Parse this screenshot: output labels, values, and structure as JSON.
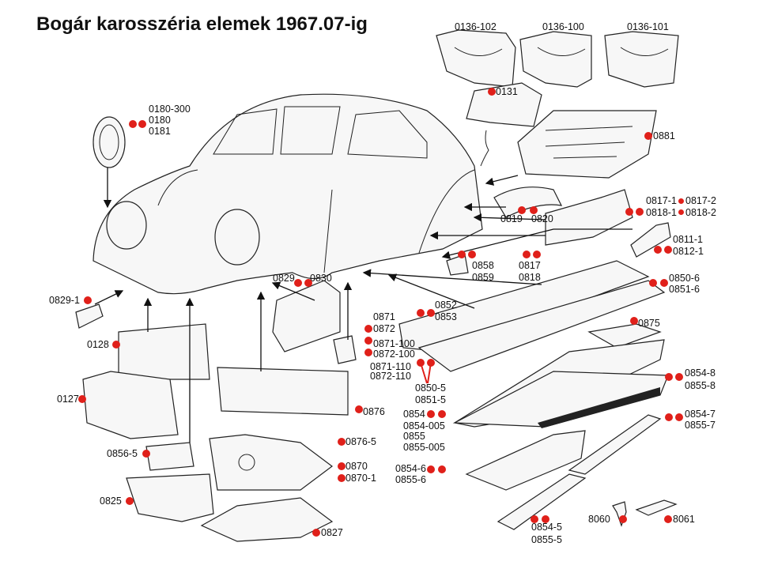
{
  "title": "Bogár karosszéria elemek 1967.07-ig",
  "accent_color": "#e0201a",
  "labels": {
    "l0136_102": "0136-102",
    "l0136_100": "0136-100",
    "l0136_101": "0136-101",
    "l0131": "0131",
    "l0881": "0881",
    "l0180_300": "0180-300",
    "l0180": "0180",
    "l0181": "0181",
    "l0817_1": "0817-1",
    "l0817_2": "0817-2",
    "l0818_1": "0818-1",
    "l0818_2": "0818-2",
    "l0819": "0819",
    "l0820": "0820",
    "l0811_1": "0811-1",
    "l0812_1": "0812-1",
    "l0858": "0858",
    "l0859": "0859",
    "l0817": "0817",
    "l0818": "0818",
    "l0829": "0829",
    "l0830": "0830",
    "l0850_6": "0850-6",
    "l0851_6": "0851-6",
    "l0829_1": "0829-1",
    "l0852": "0852",
    "l0853": "0853",
    "l0871": "0871",
    "l0872": "0872",
    "l0871_100": "0871-100",
    "l0872_100": "0872-100",
    "l0875": "0875",
    "l0128": "0128",
    "l0871_110": "0871-110",
    "l0872_110": "0872-110",
    "l0850_5": "0850-5",
    "l0851_5": "0851-5",
    "l0854_8": "0854-8",
    "l0855_8": "0855-8",
    "l0127": "0127",
    "l0876": "0876",
    "l0854": "0854",
    "l0854_005": "0854-005",
    "l0855": "0855",
    "l0855_005": "0855-005",
    "l0854_7": "0854-7",
    "l0855_7": "0855-7",
    "l0876_5": "0876-5",
    "l0856_5": "0856-5",
    "l0870": "0870",
    "l0870_1": "0870-1",
    "l0854_6": "0854-6",
    "l0855_6": "0855-6",
    "l0825": "0825",
    "l8060": "8060",
    "l8061": "8061",
    "l0854_5": "0854-5",
    "l0855_5": "0855-5",
    "l0827": "0827"
  }
}
